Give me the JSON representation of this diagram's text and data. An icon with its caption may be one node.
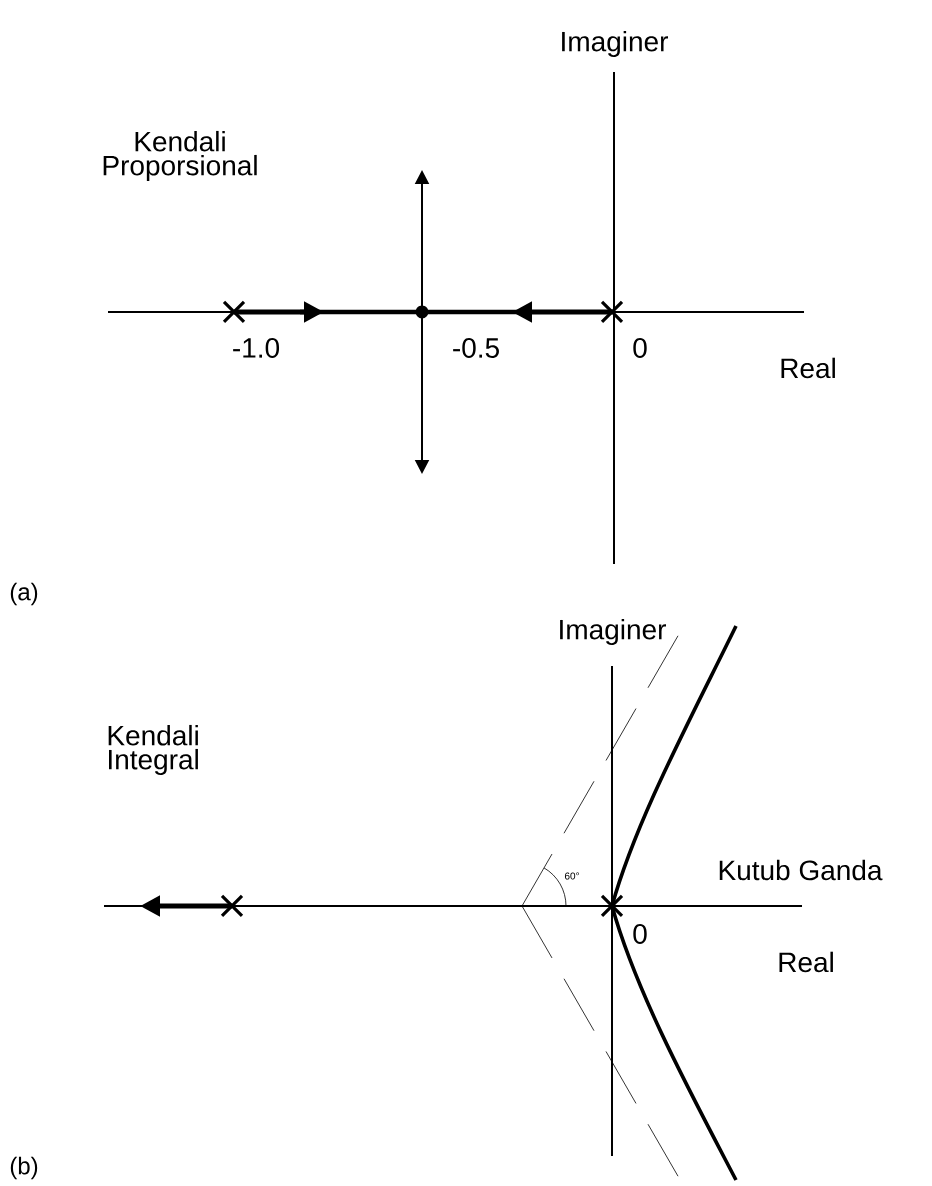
{
  "diagram": {
    "labels": [
      "Imaginer",
      "Kendali Proporsional",
      "-1.0",
      "-0.5",
      "0",
      "Real",
      "(a)",
      "Imaginer",
      "Kendali Integral",
      "60°",
      "Kutub Ganda",
      "0",
      "Real",
      "(b)"
    ]
  }
}
